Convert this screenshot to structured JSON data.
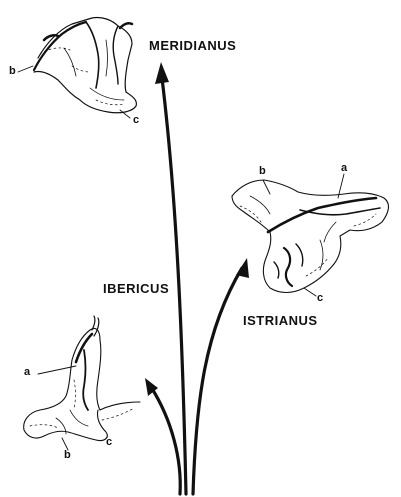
{
  "labels": {
    "meridianus": "MERIDIANUS",
    "istrianus": "ISTRIANUS",
    "ibericus": "IBERICUS"
  },
  "letters": {
    "meridianus_b": "b",
    "meridianus_c": "c",
    "istrianus_b": "b",
    "istrianus_a": "a",
    "istrianus_c": "c",
    "ibericus_a": "a",
    "ibericus_b": "b",
    "ibericus_c": "c"
  },
  "colors": {
    "ink": "#111111",
    "paper": "#ffffff"
  }
}
